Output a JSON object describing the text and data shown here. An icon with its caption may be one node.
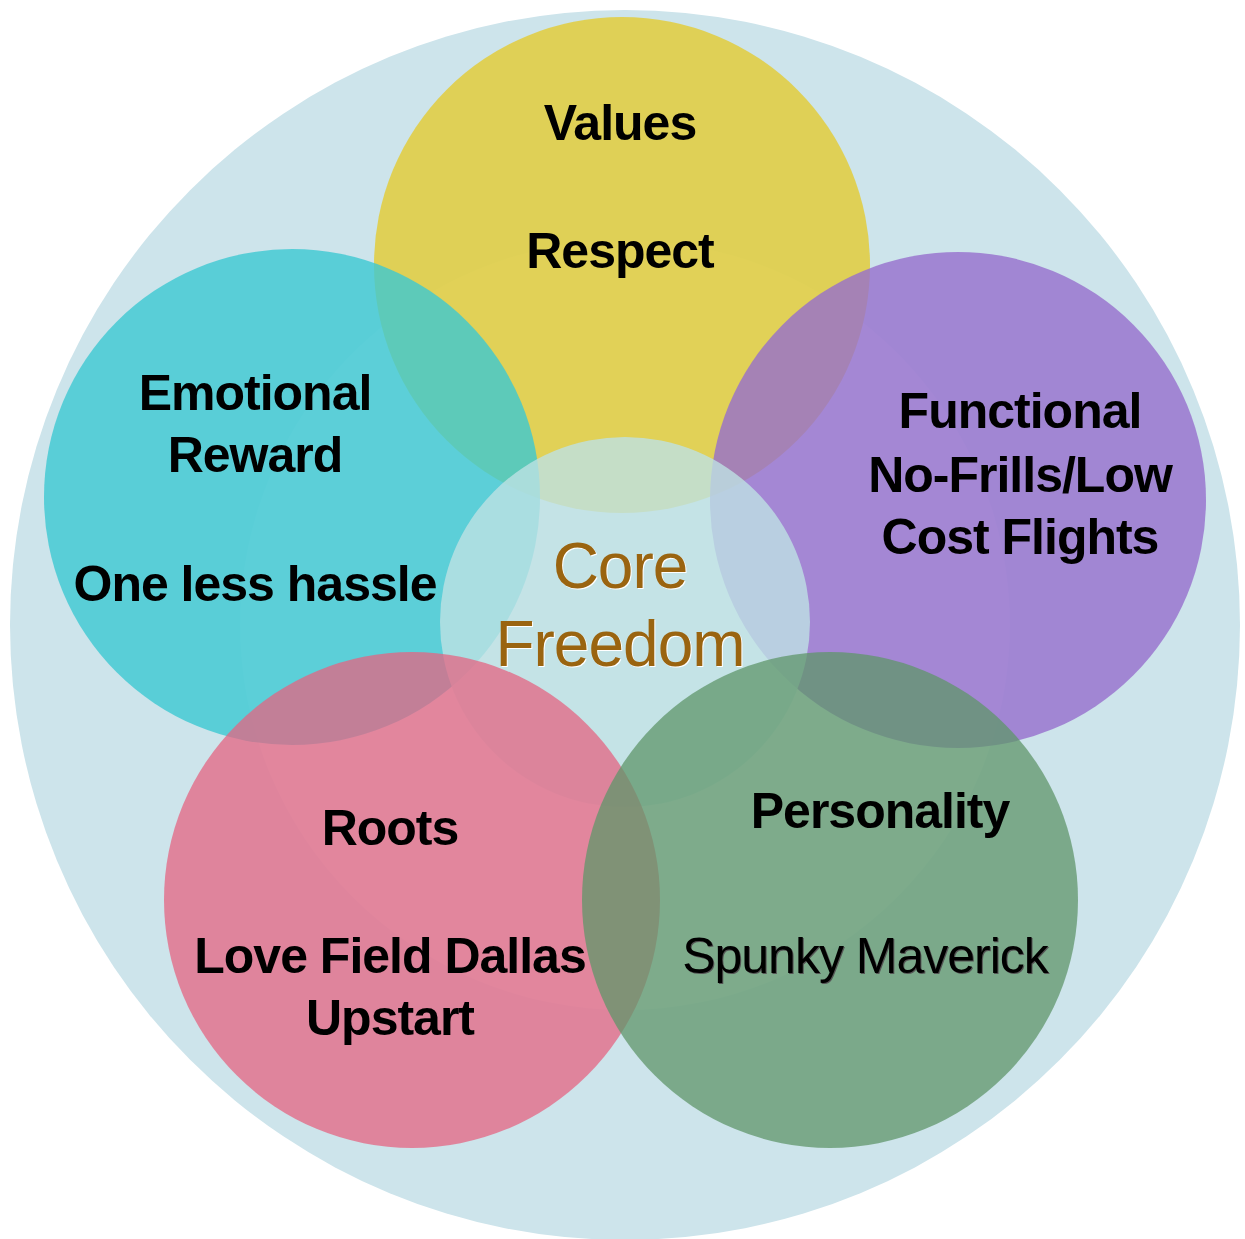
{
  "diagram": {
    "nodes": [
      {
        "text": [],
        "shape": "circle"
      },
      {
        "text": [
          "Values",
          "Respect"
        ],
        "in": 0
      },
      {
        "text": [
          "Emotional Reward",
          "One less hassle"
        ],
        "in": 0
      },
      {
        "text": [
          "Functional",
          "No-Frills/Low Cost Flights"
        ],
        "in": 0
      },
      {
        "text": [
          "Core",
          "Freedom"
        ],
        "in": 0
      },
      {
        "text": [
          "Roots",
          "Love Field Dallas Upstart"
        ],
        "in": 0
      },
      {
        "text": [
          "Personality",
          "Spunky Maverick"
        ],
        "in": 0
      }
    ]
  }
}
